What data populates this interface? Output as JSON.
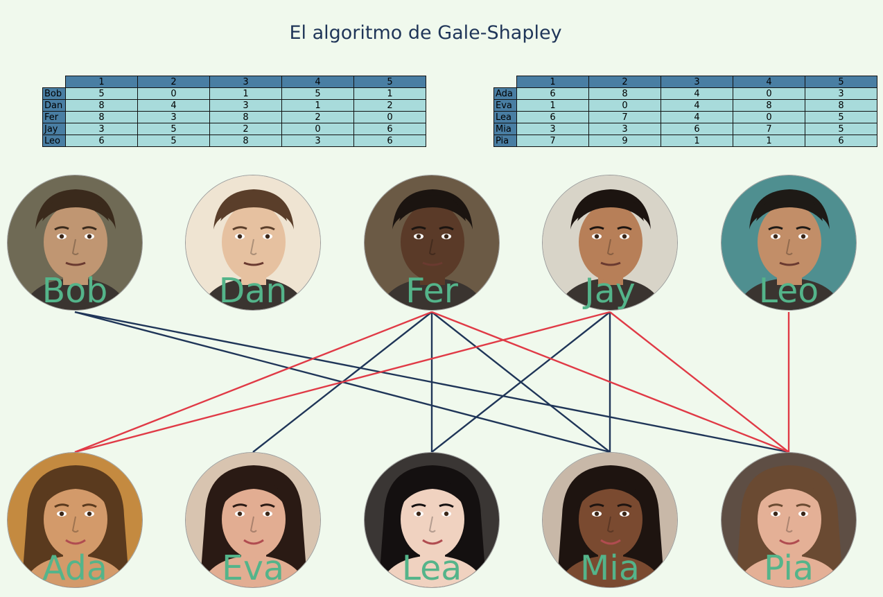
{
  "title": "El algoritmo de Gale-Shapley",
  "columns": [
    "1",
    "2",
    "3",
    "4",
    "5"
  ],
  "men_table": {
    "rows": [
      {
        "label": "Bob",
        "values": [
          "5",
          "0",
          "1",
          "5",
          "1"
        ]
      },
      {
        "label": "Dan",
        "values": [
          "8",
          "4",
          "3",
          "1",
          "2"
        ]
      },
      {
        "label": "Fer",
        "values": [
          "8",
          "3",
          "8",
          "2",
          "0"
        ]
      },
      {
        "label": "Jay",
        "values": [
          "3",
          "5",
          "2",
          "0",
          "6"
        ]
      },
      {
        "label": "Leo",
        "values": [
          "6",
          "5",
          "8",
          "3",
          "6"
        ]
      }
    ]
  },
  "women_table": {
    "rows": [
      {
        "label": "Ada",
        "values": [
          "6",
          "8",
          "4",
          "0",
          "3"
        ]
      },
      {
        "label": "Eva",
        "values": [
          "1",
          "0",
          "4",
          "8",
          "8"
        ]
      },
      {
        "label": "Lea",
        "values": [
          "6",
          "7",
          "4",
          "0",
          "5"
        ]
      },
      {
        "label": "Mia",
        "values": [
          "3",
          "3",
          "6",
          "7",
          "5"
        ]
      },
      {
        "label": "Pia",
        "values": [
          "7",
          "9",
          "1",
          "1",
          "6"
        ]
      }
    ]
  },
  "men": [
    {
      "name": "Bob",
      "skin": "#c09672",
      "hair": "#3a2a1c",
      "bg": "#6f6a55"
    },
    {
      "name": "Dan",
      "skin": "#e6c1a0",
      "hair": "#5a3e2a",
      "bg": "#efe4d2"
    },
    {
      "name": "Fer",
      "skin": "#5a3a28",
      "hair": "#1b1410",
      "bg": "#6b5a45"
    },
    {
      "name": "Jay",
      "skin": "#b77f58",
      "hair": "#1c1410",
      "bg": "#d8d4c8"
    },
    {
      "name": "Leo",
      "skin": "#c28e68",
      "hair": "#1e1a16",
      "bg": "#4f8f90"
    }
  ],
  "women": [
    {
      "name": "Ada",
      "skin": "#d39a6a",
      "hair": "#5a3a1e",
      "bg": "#c48a40"
    },
    {
      "name": "Eva",
      "skin": "#e2ad92",
      "hair": "#2a1a14",
      "bg": "#d8c4b0"
    },
    {
      "name": "Lea",
      "skin": "#f0d2c0",
      "hair": "#141010",
      "bg": "#3a3634"
    },
    {
      "name": "Mia",
      "skin": "#7a4a30",
      "hair": "#1e1410",
      "bg": "#c8b8a8"
    },
    {
      "name": "Pia",
      "skin": "#e4b096",
      "hair": "#6a4a32",
      "bg": "#5e4e44"
    }
  ],
  "colors": {
    "background": "#f0f9ed",
    "title": "#1f3558",
    "proposal_edge": "#1f3558",
    "match_edge": "#e03a46",
    "name_text": "#54b48a",
    "table_header": "#497ea3",
    "table_cell": "#a8dbdb"
  },
  "edges": [
    {
      "man": "Bob",
      "woman": "Mia",
      "kind": "proposal"
    },
    {
      "man": "Bob",
      "woman": "Pia",
      "kind": "proposal"
    },
    {
      "man": "Fer",
      "woman": "Eva",
      "kind": "proposal"
    },
    {
      "man": "Fer",
      "woman": "Lea",
      "kind": "proposal"
    },
    {
      "man": "Fer",
      "woman": "Mia",
      "kind": "proposal"
    },
    {
      "man": "Jay",
      "woman": "Lea",
      "kind": "proposal"
    },
    {
      "man": "Jay",
      "woman": "Mia",
      "kind": "proposal"
    },
    {
      "man": "Fer",
      "woman": "Ada",
      "kind": "match"
    },
    {
      "man": "Fer",
      "woman": "Pia",
      "kind": "match"
    },
    {
      "man": "Jay",
      "woman": "Ada",
      "kind": "match"
    },
    {
      "man": "Jay",
      "woman": "Pia",
      "kind": "match"
    },
    {
      "man": "Leo",
      "woman": "Pia",
      "kind": "match"
    }
  ]
}
